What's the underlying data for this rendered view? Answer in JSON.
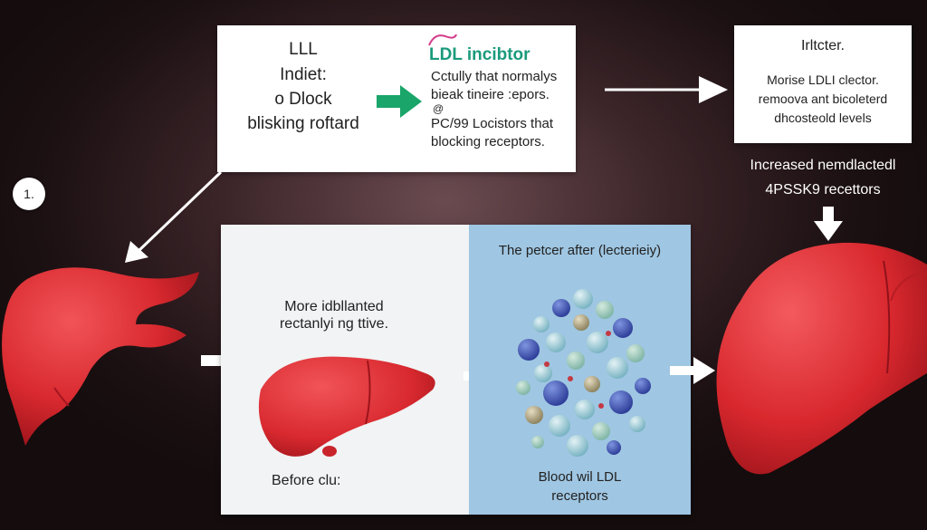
{
  "step_badge": "1.",
  "box_left": {
    "lines": [
      "LLL",
      "Indiet:",
      "o Dlock",
      "blisking roftard"
    ]
  },
  "box_mid": {
    "title": "LDL incibtor",
    "lines": [
      "Cctully that normalys",
      "bieak tineire :еpors.",
      "@",
      "PC/99 Locistors that",
      "blocking receptors."
    ]
  },
  "box_right": {
    "title": "Irltcter.",
    "lines": [
      "Morise LDLI clector.",
      "remoova ant bicoleterd",
      "dhcosteold levels"
    ]
  },
  "right_caption": {
    "lines": [
      "Increased nemdlactedl",
      "4PSSK9 recettors"
    ]
  },
  "panel_left": {
    "top_lines": [
      "More idbllanted",
      "rectanlyi ng ttive."
    ],
    "bottom": "Before clu:"
  },
  "panel_right": {
    "top": "The petcer after (lecterieiy)",
    "bottom_lines": [
      "Blood wil LDL",
      "receptors"
    ]
  },
  "colors": {
    "liver": "#e0373b",
    "liver_dark": "#b51f27",
    "accent_green": "#1aa56a",
    "arrow_white": "#ffffff",
    "panel_blue": "#9fc6e2"
  },
  "icons": [
    "green-arrow-icon",
    "white-arrow-icon",
    "down-arrow-icon"
  ]
}
